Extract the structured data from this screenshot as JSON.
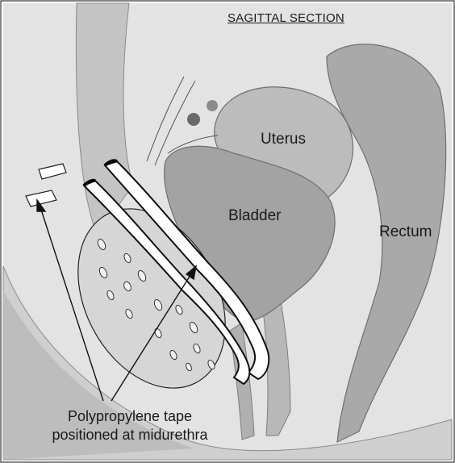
{
  "diagram": {
    "title": "SAGITTAL SECTION",
    "labels": {
      "uterus": "Uterus",
      "bladder": "Bladder",
      "rectum": "Rectum"
    },
    "caption_lines": [
      "Polypropylene tape",
      "positioned at midurethra"
    ]
  }
}
